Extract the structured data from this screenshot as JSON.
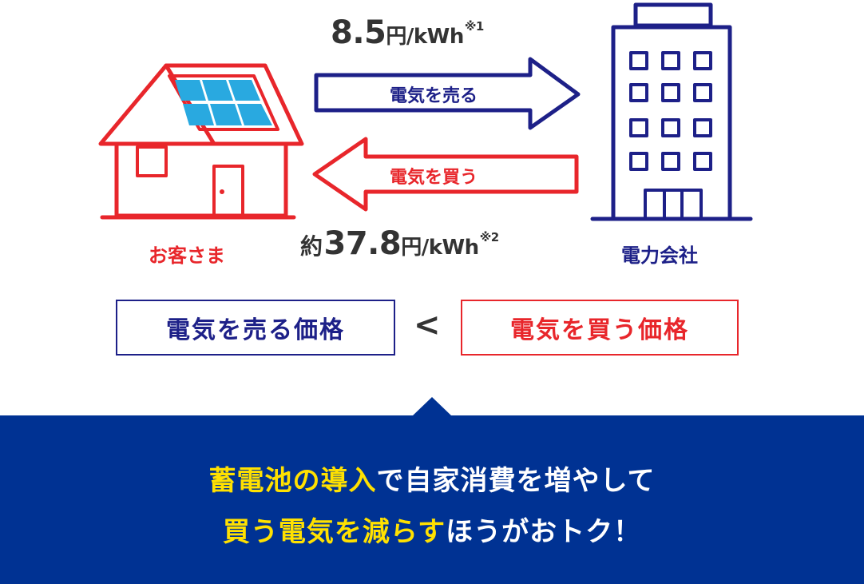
{
  "colors": {
    "red": "#e8262b",
    "navy": "#1d2088",
    "banner": "#003293",
    "highlight": "#ffe100",
    "solar_panel": "#29a9e0",
    "text": "#333333"
  },
  "icons": {
    "house": "house-with-solar-panel-icon",
    "building": "office-building-icon",
    "sell_arrow": "arrow-right-icon",
    "buy_arrow": "arrow-left-icon",
    "comparison": "less-than-icon"
  },
  "sell_price": {
    "value": "8.5",
    "unit": "円/kWh",
    "note": "※1"
  },
  "buy_price": {
    "prefix": "約",
    "value": "37.8",
    "unit": "円/kWh",
    "note": "※2"
  },
  "arrows": {
    "sell_label": "電気を売る",
    "buy_label": "電気を買う"
  },
  "parties": {
    "customer": "お客さま",
    "utility": "電力会社"
  },
  "comparison": {
    "sell_box": "電気を売る価格",
    "symbol": "<",
    "buy_box": "電気を買う価格"
  },
  "message": {
    "line1": {
      "highlight": "蓄電池の導入",
      "rest": "で自家消費を増やして"
    },
    "line2": {
      "highlight": "買う電気を減らす",
      "rest": "ほうがおトク！"
    }
  }
}
